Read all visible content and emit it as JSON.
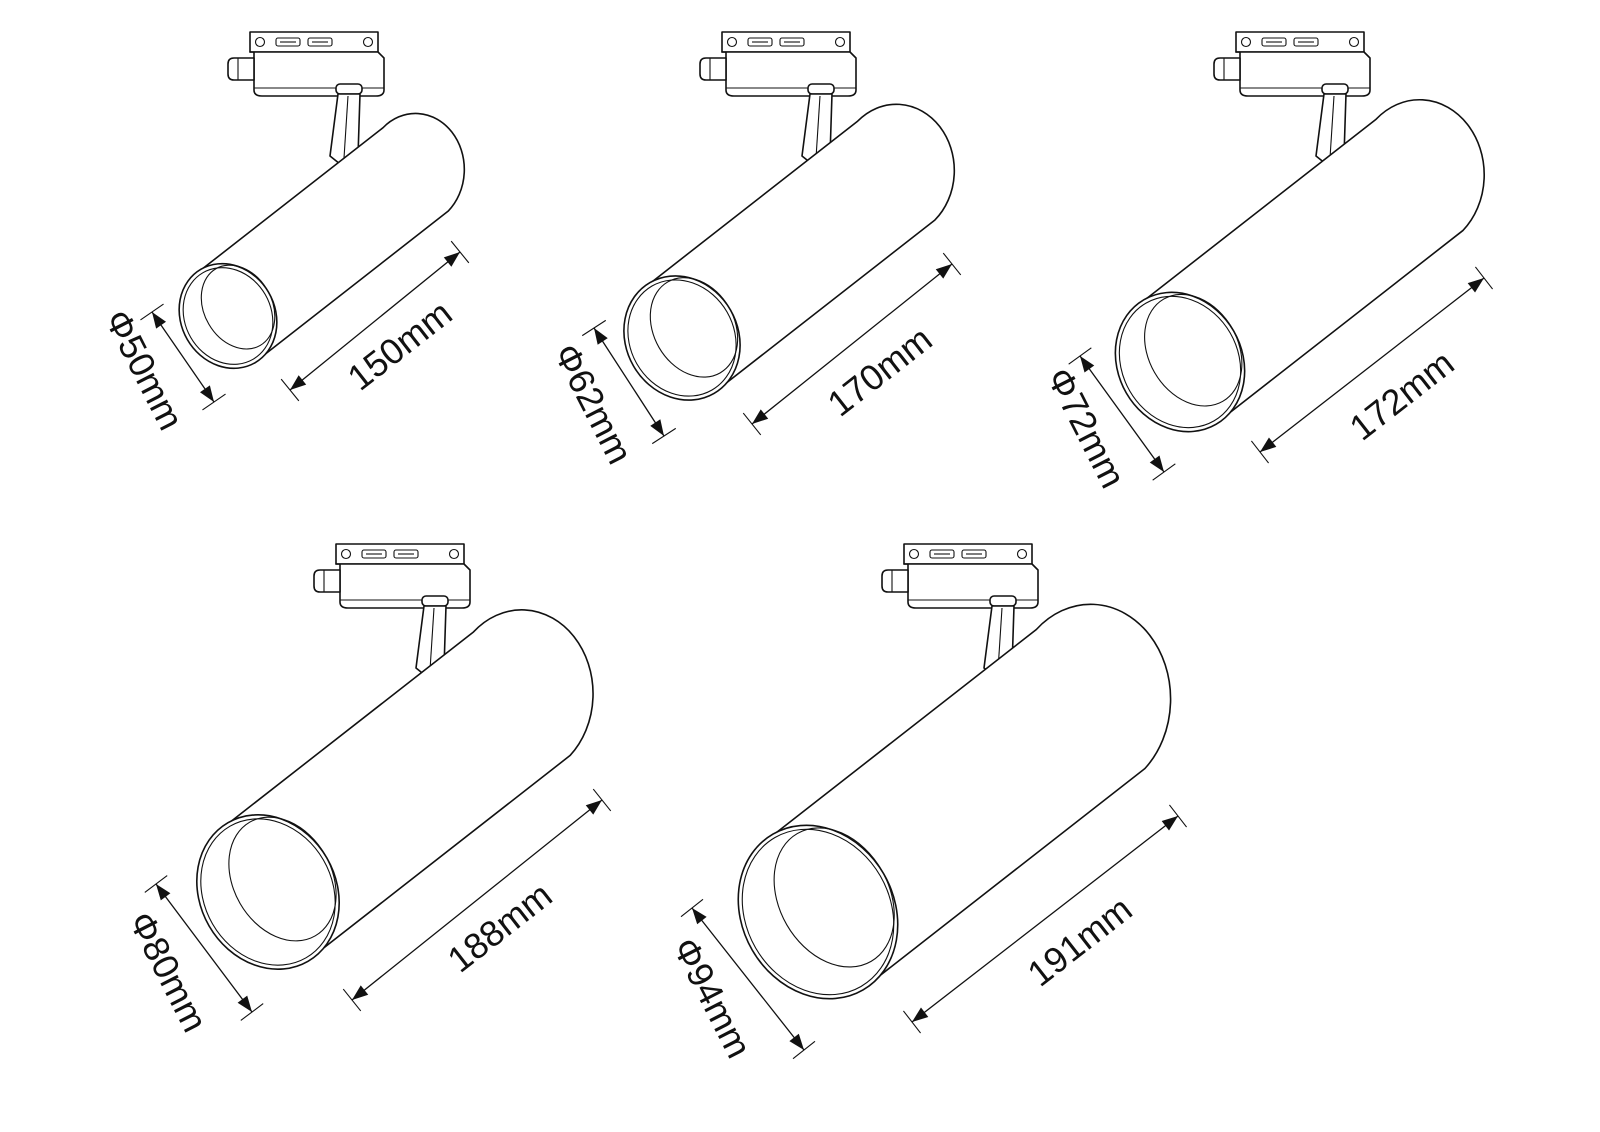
{
  "spotlights": [
    {
      "diameter_label": "Φ50mm",
      "length_label": "150mm"
    },
    {
      "diameter_label": "Φ62mm",
      "length_label": "170mm"
    },
    {
      "diameter_label": "Φ72mm",
      "length_label": "172mm"
    },
    {
      "diameter_label": "Φ80mm",
      "length_label": "188mm"
    },
    {
      "diameter_label": "Φ94mm",
      "length_label": "191mm"
    }
  ]
}
